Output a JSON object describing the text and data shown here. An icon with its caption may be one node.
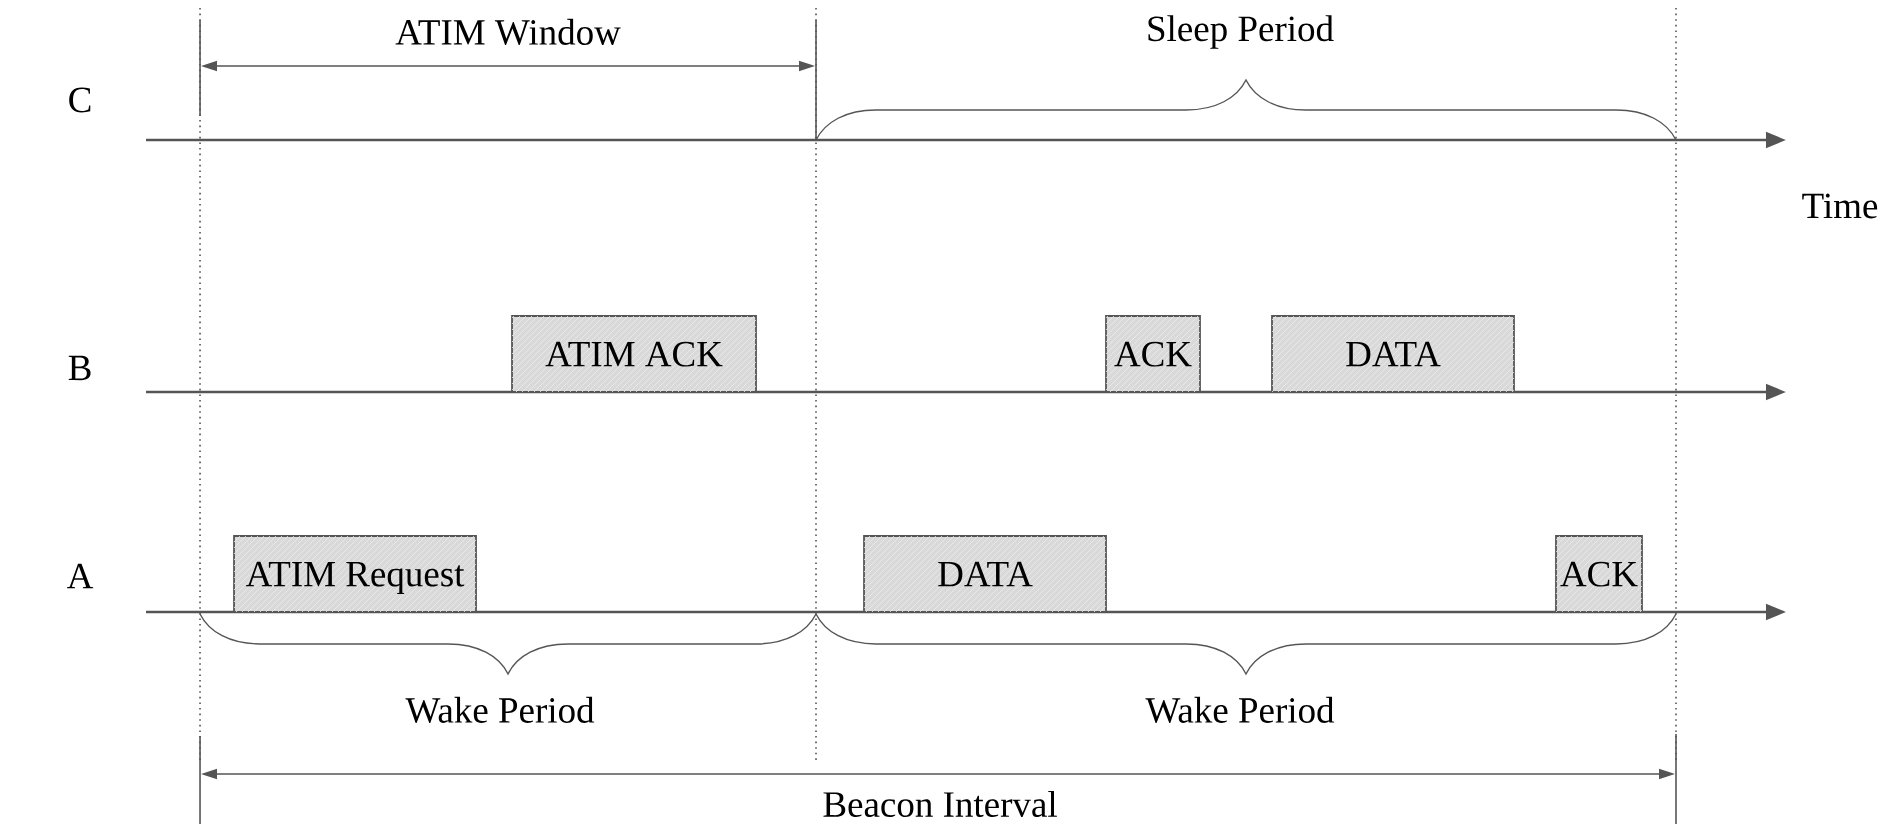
{
  "diagram": {
    "nodes": [
      {
        "text": [
          "ATIM ACK"
        ]
      },
      {
        "text": [
          "ACK"
        ]
      },
      {
        "text": [
          "DATA"
        ]
      },
      {
        "text": [
          "ATIM Request"
        ]
      },
      {
        "text": [
          "DATA"
        ]
      },
      {
        "text": [
          "ACK"
        ]
      }
    ],
    "labels": [
      "ATIM Window",
      "Sleep Period",
      "C",
      "Time",
      "B",
      "A",
      "Wake Period",
      "Wake Period",
      "Beacon Interval"
    ]
  }
}
